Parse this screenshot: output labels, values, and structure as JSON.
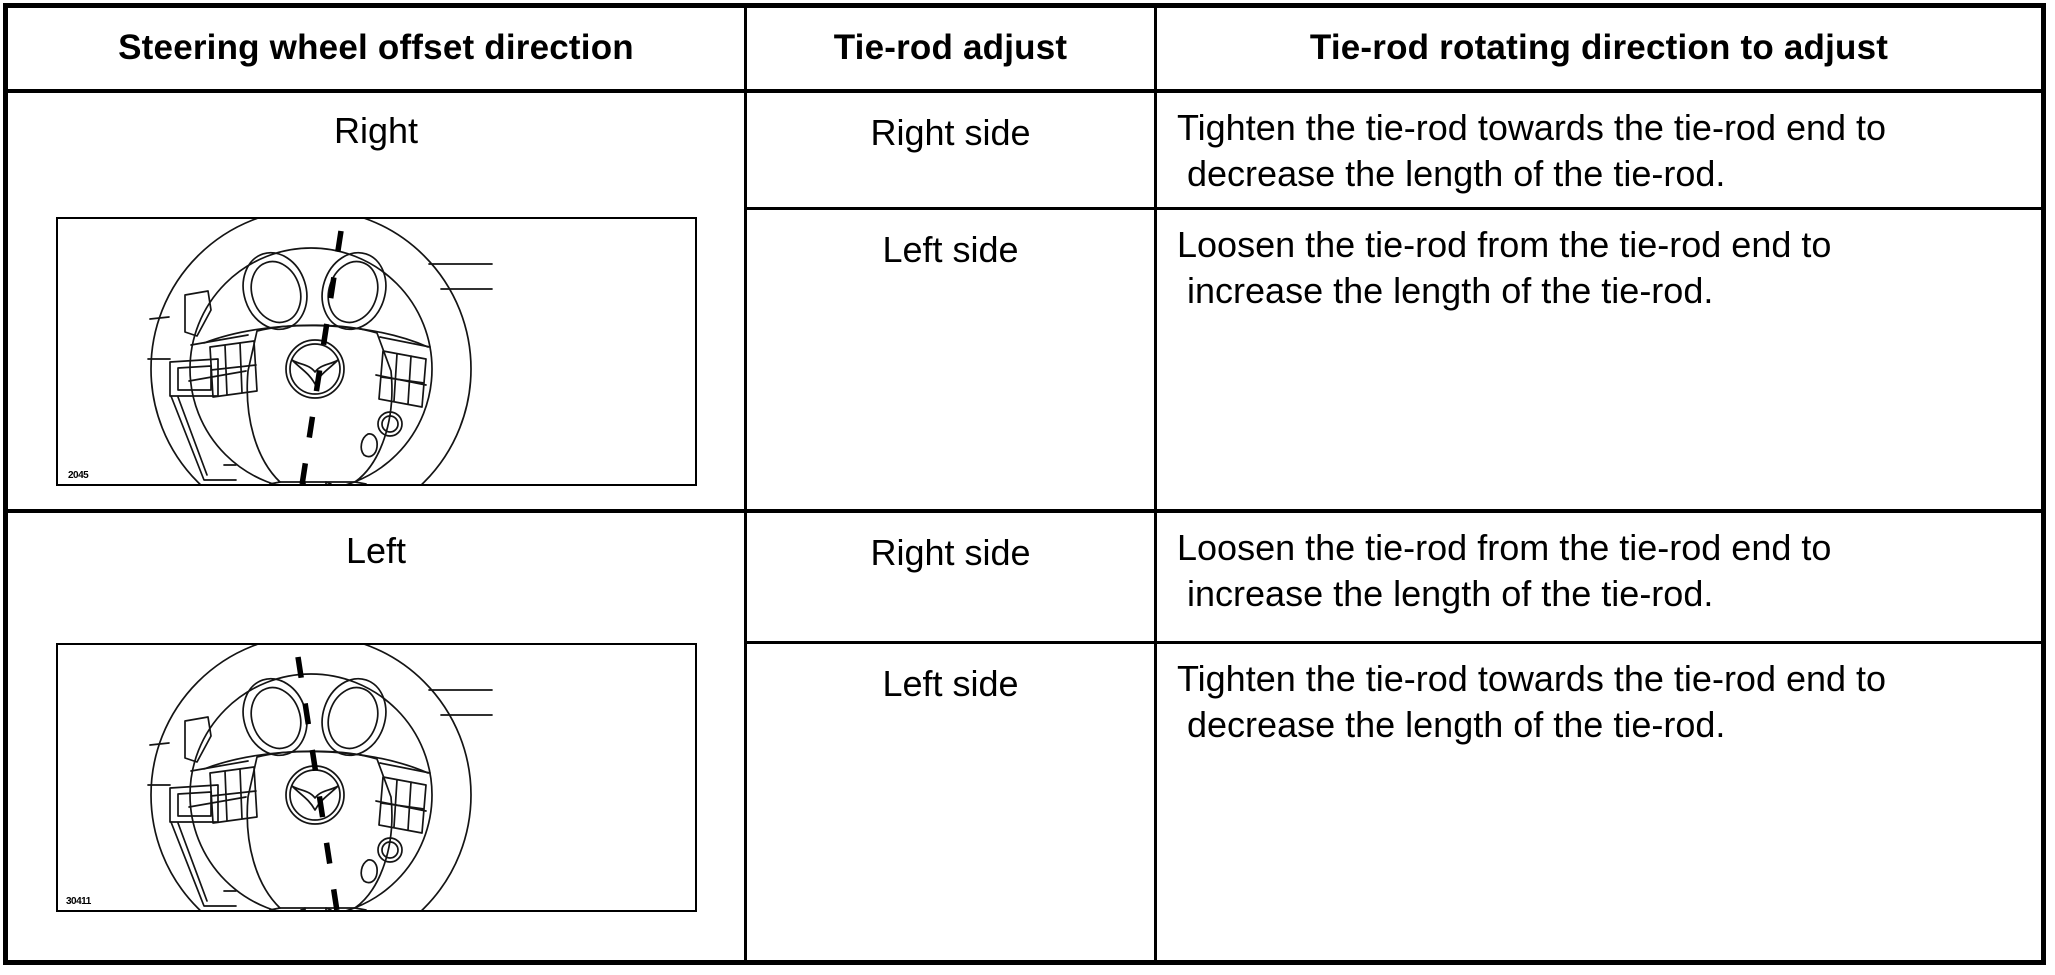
{
  "table": {
    "headers": [
      "Steering wheel offset direction",
      "Tie-rod adjust",
      "Tie-rod rotating direction to adjust"
    ],
    "groups": [
      {
        "direction": "Right",
        "figure_code": "2045",
        "dash_points": "283,12 244,266",
        "rows": [
          {
            "side": "Right side",
            "instruction": "Tighten the tie-rod towards the tie-rod end to\n decrease the length of the tie-rod."
          },
          {
            "side": "Left side",
            "instruction": "Loosen the tie-rod from the tie-rod end to\n increase the length of the tie-rod."
          }
        ]
      },
      {
        "direction": "Left",
        "figure_code": "30411",
        "dash_points": "240,12 279,266",
        "rows": [
          {
            "side": "Right side",
            "instruction": "Loosen the tie-rod from the tie-rod end to\n increase the length of the tie-rod."
          },
          {
            "side": "Left side",
            "instruction": "Tighten the tie-rod towards the tie-rod end to\n decrease the length of the tie-rod."
          }
        ]
      }
    ]
  },
  "colors": {
    "ink": "#000000",
    "paper": "#ffffff"
  }
}
